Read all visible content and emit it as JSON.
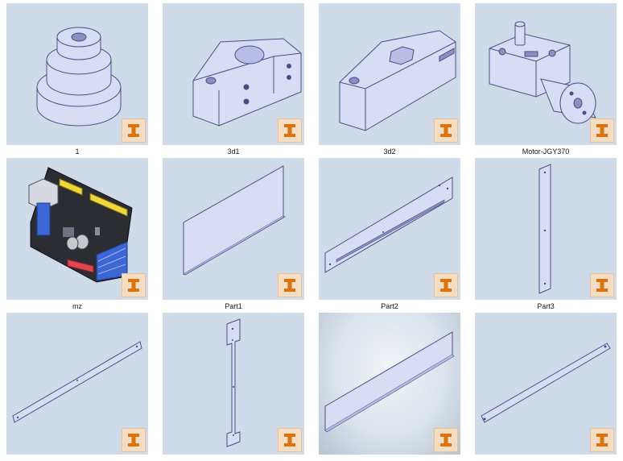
{
  "colors": {
    "tile_background": "#cfdbe9",
    "part_fill": "#d9dcf5",
    "part_stroke": "#4a4e86",
    "badge_background": "#f6dcc0",
    "badge_icon": "#d9720f"
  },
  "files": [
    {
      "name": "1",
      "icon": "pulley-part-thumbnail"
    },
    {
      "name": "3d1",
      "icon": "bracket-part-thumbnail"
    },
    {
      "name": "3d2",
      "icon": "clamp-part-thumbnail"
    },
    {
      "name": "Motor-JGY370",
      "icon": "gear-motor-thumbnail"
    },
    {
      "name": "mz",
      "icon": "arduino-board-thumbnail"
    },
    {
      "name": "Part1",
      "icon": "plate-part-thumbnail"
    },
    {
      "name": "Part2",
      "icon": "slotted-bar-thumbnail"
    },
    {
      "name": "Part3",
      "icon": "vertical-bar-thumbnail"
    },
    {
      "name": "",
      "icon": "diagonal-bar-thumbnail"
    },
    {
      "name": "",
      "icon": "stepped-bar-thumbnail"
    },
    {
      "name": "",
      "icon": "long-plate-thumbnail",
      "selected": true
    },
    {
      "name": "",
      "icon": "diagonal-bar-thumbnail"
    }
  ],
  "badge_icon": "solidworks-part-icon"
}
